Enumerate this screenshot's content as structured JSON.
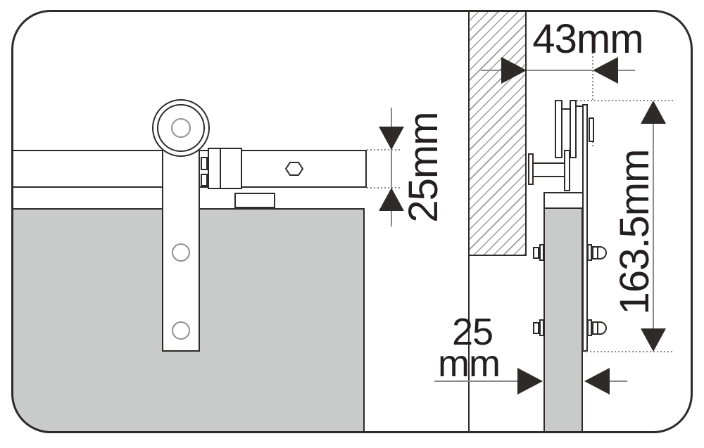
{
  "labels": {
    "rail_height": "25mm",
    "wall_offset": "43mm",
    "hanger_length": "163.5mm",
    "door_thickness_line1": "25",
    "door_thickness_line2": "mm"
  },
  "colors": {
    "outline": "#2e2a2a",
    "door_fill": "#c9caca",
    "dimension_line": "#8a8a8a",
    "hatch_line": "#9a9a9a",
    "text": "#231f20",
    "background": "#ffffff"
  }
}
